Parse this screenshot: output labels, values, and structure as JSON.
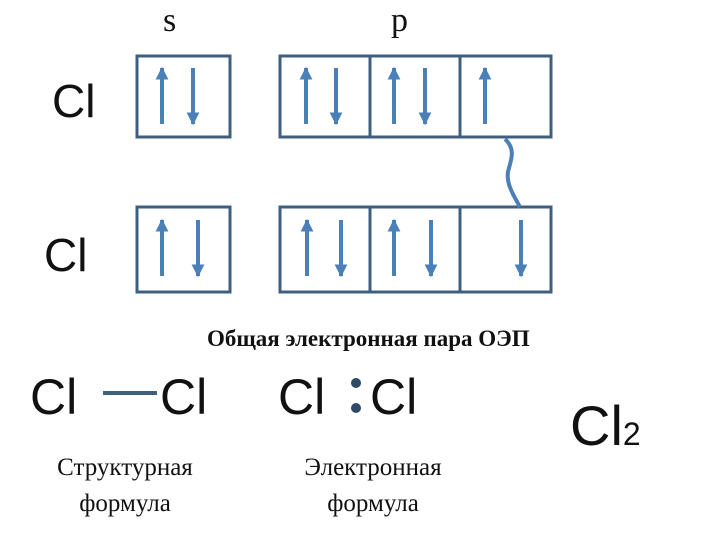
{
  "sublevels": {
    "s": "s",
    "p": "p"
  },
  "atoms": {
    "top": "Cl",
    "bottom": "Cl"
  },
  "orbitals": {
    "top": {
      "s": [
        "up-down"
      ],
      "p": [
        "up-down",
        "up-down",
        "up"
      ]
    },
    "bottom": {
      "s": [
        "up-down"
      ],
      "p": [
        "up-down",
        "up-down",
        "down"
      ]
    }
  },
  "shared_pair_label": "Общая электронная пара ОЭП",
  "structural": {
    "left": "Cl",
    "right": "Cl",
    "caption_line1": "Структурная",
    "caption_line2": "формула"
  },
  "electronic": {
    "left": "Cl",
    "right": "Cl",
    "caption_line1": "Электронная",
    "caption_line2": "формула"
  },
  "molecule": {
    "symbol": "Cl",
    "subscript": "2"
  },
  "colors": {
    "box_border": "#3e5f80",
    "arrow": "#4a7fb8",
    "connector": "#4a7fb8",
    "text": "#111111",
    "dots": "#2e4a66"
  }
}
